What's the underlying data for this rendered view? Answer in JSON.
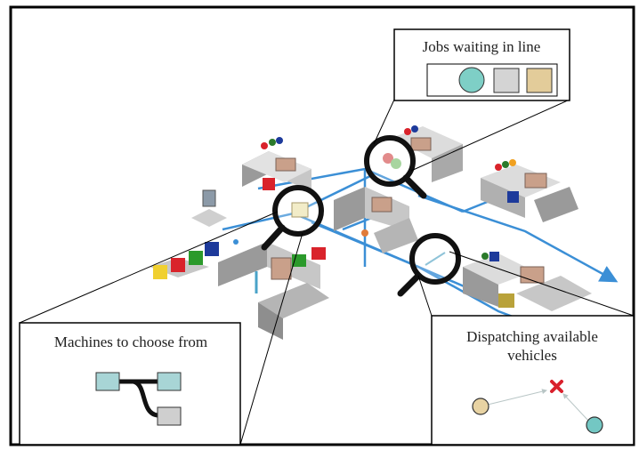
{
  "callouts": {
    "jobs_waiting": {
      "title": "Jobs waiting in line"
    },
    "machines": {
      "title": "Machines to choose from"
    },
    "dispatching": {
      "title_line1": "Dispatching available",
      "title_line2": "vehicles"
    }
  },
  "colors": {
    "queue_circle": "#7ecfc6",
    "queue_gray": "#d4d4d4",
    "queue_tan": "#e3cc9a",
    "machine_box": "#a8d5d6",
    "machine_box_gray": "#cfcfcf",
    "vehicle_tan": "#e8d3a3",
    "vehicle_teal": "#73c7c3",
    "reject_mark": "#d9202c",
    "conveyor": "#3b8fd6",
    "magnifier": "#111111",
    "frame": "#000000"
  },
  "icons": {
    "magnifier": "magnifier-icon",
    "reject": "x-mark-icon"
  }
}
